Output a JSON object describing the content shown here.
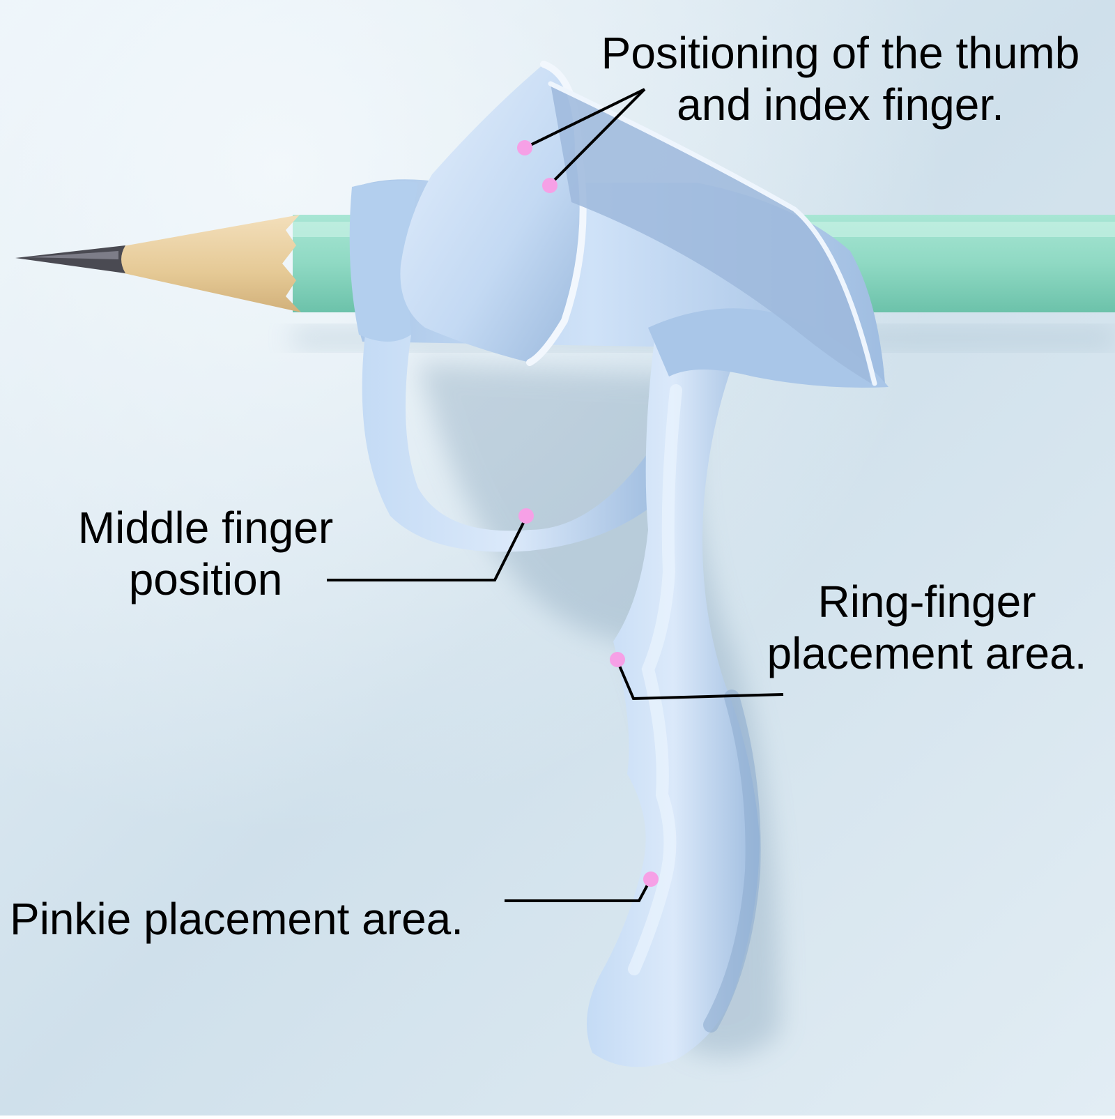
{
  "labels": {
    "thumb_index": {
      "line1": "Positioning of the thumb",
      "line2": "and index finger."
    },
    "middle": {
      "line1": "Middle finger",
      "line2": "position"
    },
    "ring": {
      "line1": "Ring-finger",
      "line2": "placement area."
    },
    "pinkie": {
      "line1": "Pinkie placement area."
    }
  },
  "colors": {
    "background_light": "#e6f0f6",
    "background_mid": "#c9dce8",
    "grip_main": "#b9d3ef",
    "grip_light": "#dbe9fa",
    "grip_shadow": "#8fb1d6",
    "pencil_body": "#8fd9c3",
    "pencil_wood": "#ecd4a9",
    "pencil_lead": "#4a4a52",
    "marker_dot": "#f6a0e6",
    "leader_line": "#000000",
    "text": "#000000"
  }
}
